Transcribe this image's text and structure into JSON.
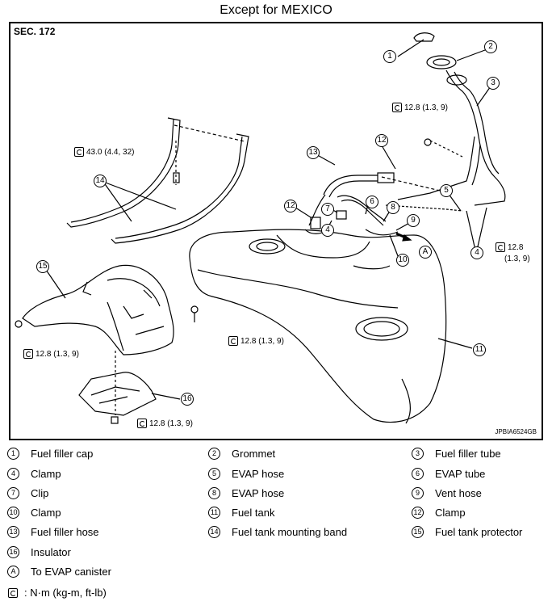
{
  "title": "Except for MEXICO",
  "section": "SEC. 172",
  "figure_code": "JPBIA6524GB",
  "torques": {
    "t_filler": "12.8 (1.3, 9)",
    "t_band": "43.0 (4.4, 32)",
    "t_clamp": "12.8",
    "t_clamp_sub": "(1.3, 9)",
    "t_protector": "12.8 (1.3, 9)",
    "t_tank": "12.8 (1.3, 9)",
    "t_insulator": "12.8 (1.3, 9)"
  },
  "callouts": {
    "c1": "1",
    "c2": "2",
    "c3": "3",
    "c4a": "4",
    "c4b": "4",
    "c5": "5",
    "c6": "6",
    "c7": "7",
    "c8": "8",
    "c9": "9",
    "c10": "10",
    "c11": "11",
    "c12a": "12",
    "c12b": "12",
    "c13": "13",
    "c14": "14",
    "c15": "15",
    "c16": "16",
    "cA": "A"
  },
  "legend": [
    {
      "num": "1",
      "label": "Fuel filler cap"
    },
    {
      "num": "2",
      "label": "Grommet"
    },
    {
      "num": "3",
      "label": "Fuel filler tube"
    },
    {
      "num": "4",
      "label": "Clamp"
    },
    {
      "num": "5",
      "label": "EVAP hose"
    },
    {
      "num": "6",
      "label": "EVAP tube"
    },
    {
      "num": "7",
      "label": "Clip"
    },
    {
      "num": "8",
      "label": "EVAP hose"
    },
    {
      "num": "9",
      "label": "Vent hose"
    },
    {
      "num": "10",
      "label": "Clamp"
    },
    {
      "num": "11",
      "label": "Fuel tank"
    },
    {
      "num": "12",
      "label": "Clamp"
    },
    {
      "num": "13",
      "label": "Fuel filler hose"
    },
    {
      "num": "14",
      "label": "Fuel tank mounting band"
    },
    {
      "num": "15",
      "label": "Fuel tank protector"
    },
    {
      "num": "16",
      "label": "Insulator"
    },
    {
      "num": "A",
      "label": "To EVAP canister"
    },
    {
      "num": "",
      "label": ": N·m (kg-m, ft-lb)"
    }
  ]
}
